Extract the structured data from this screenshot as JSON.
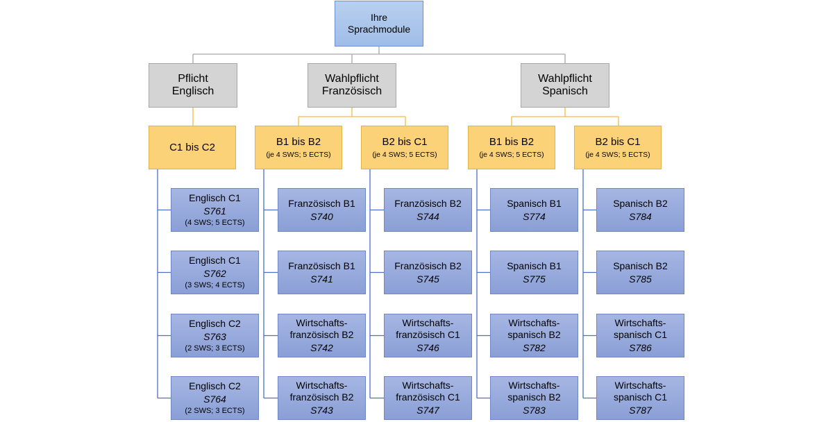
{
  "root": "Ihre\nSprachmodule",
  "categories": [
    {
      "title": "Pflicht\nEnglisch"
    },
    {
      "title": "Wahlpflicht\nFranzösisch"
    },
    {
      "title": "Wahlpflicht\nSpanisch"
    }
  ],
  "levels": [
    {
      "title": "C1 bis C2",
      "sub": ""
    },
    {
      "title": "B1 bis B2",
      "sub": "(je 4 SWS; 5 ECTS)"
    },
    {
      "title": "B2 bis C1",
      "sub": "(je 4 SWS; 5 ECTS)"
    },
    {
      "title": "B1 bis B2",
      "sub": "(je 4 SWS; 5 ECTS)"
    },
    {
      "title": "B2 bis C1",
      "sub": "(je 4 SWS; 5 ECTS)"
    }
  ],
  "courses": [
    [
      {
        "name": "Englisch C1",
        "code": "S761",
        "sub": "(4 SWS; 5 ECTS)"
      },
      {
        "name": "Englisch C1",
        "code": "S762",
        "sub": "(3 SWS; 4 ECTS)"
      },
      {
        "name": "Englisch C2",
        "code": "S763",
        "sub": "(2 SWS; 3 ECTS)"
      },
      {
        "name": "Englisch C2",
        "code": "S764",
        "sub": "(2 SWS; 3 ECTS)"
      }
    ],
    [
      {
        "name": "Französisch B1",
        "code": "S740",
        "sub": ""
      },
      {
        "name": "Französisch B1",
        "code": "S741",
        "sub": ""
      },
      {
        "name": "Wirtschafts-\nfranzösisch B2",
        "code": "S742",
        "sub": ""
      },
      {
        "name": "Wirtschafts-\nfranzösisch B2",
        "code": "S743",
        "sub": ""
      }
    ],
    [
      {
        "name": "Französisch B2",
        "code": "S744",
        "sub": ""
      },
      {
        "name": "Französisch B2",
        "code": "S745",
        "sub": ""
      },
      {
        "name": "Wirtschafts-\nfranzösisch C1",
        "code": "S746",
        "sub": ""
      },
      {
        "name": "Wirtschafts-\nfranzösisch C1",
        "code": "S747",
        "sub": ""
      }
    ],
    [
      {
        "name": "Spanisch B1",
        "code": "S774",
        "sub": ""
      },
      {
        "name": "Spanisch B1",
        "code": "S775",
        "sub": ""
      },
      {
        "name": "Wirtschafts-\nspanisch B2",
        "code": "S782",
        "sub": ""
      },
      {
        "name": "Wirtschafts-\nspanisch B2",
        "code": "S783",
        "sub": ""
      }
    ],
    [
      {
        "name": "Spanisch B2",
        "code": "S784",
        "sub": ""
      },
      {
        "name": "Spanisch B2",
        "code": "S785",
        "sub": ""
      },
      {
        "name": "Wirtschafts-\nspanisch C1",
        "code": "S786",
        "sub": ""
      },
      {
        "name": "Wirtschafts-\nspanisch C1",
        "code": "S787",
        "sub": ""
      }
    ]
  ],
  "colors": {
    "root_fill": "#a9c4ec",
    "category_fill": "#d4d4d4",
    "level_fill": "#fcd278",
    "course_fill": "#93a7da",
    "connector_gray": "#a6a6a6",
    "connector_orange": "#f5b840",
    "connector_blue": "#4a6fc7"
  }
}
